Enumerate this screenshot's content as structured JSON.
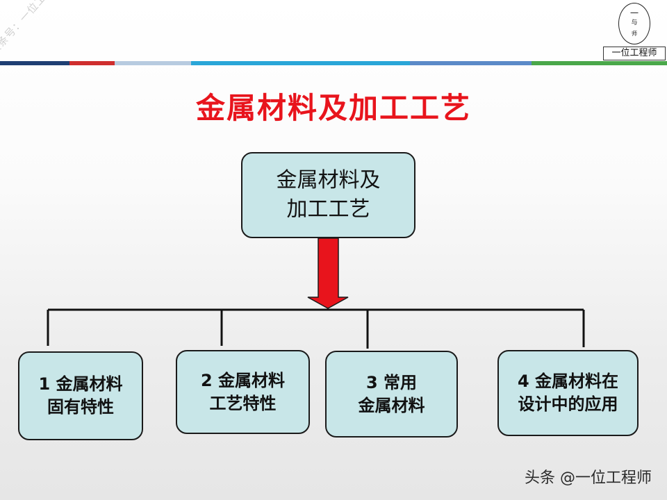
{
  "watermark": "头条号：一位工程师",
  "logo": {
    "glyph_top": "一",
    "glyph_mid": "与",
    "glyph_bottom": "师",
    "label": "一位工程师"
  },
  "title": "金属材料及加工工艺",
  "root": {
    "line1": "金属材料及",
    "line2": "加工工艺"
  },
  "children": [
    {
      "line1": "1 金属材料",
      "line2": "固有特性"
    },
    {
      "line1": "2 金属材料",
      "line2": "工艺特性"
    },
    {
      "line1": "3 常用",
      "line2": "金属材料"
    },
    {
      "line1": "4 金属材料在",
      "line2": "设计中的应用"
    }
  ],
  "footer": "头条 @一位工程师",
  "colors": {
    "title": "#e8141c",
    "box_fill": "#c8e6e8",
    "arrow": "#e8141c",
    "topbar": [
      "#1f3f73",
      "#cf2e2e",
      "#b7cbe0",
      "#2aa6d8",
      "#5b8ac8",
      "#4aa84a"
    ]
  }
}
